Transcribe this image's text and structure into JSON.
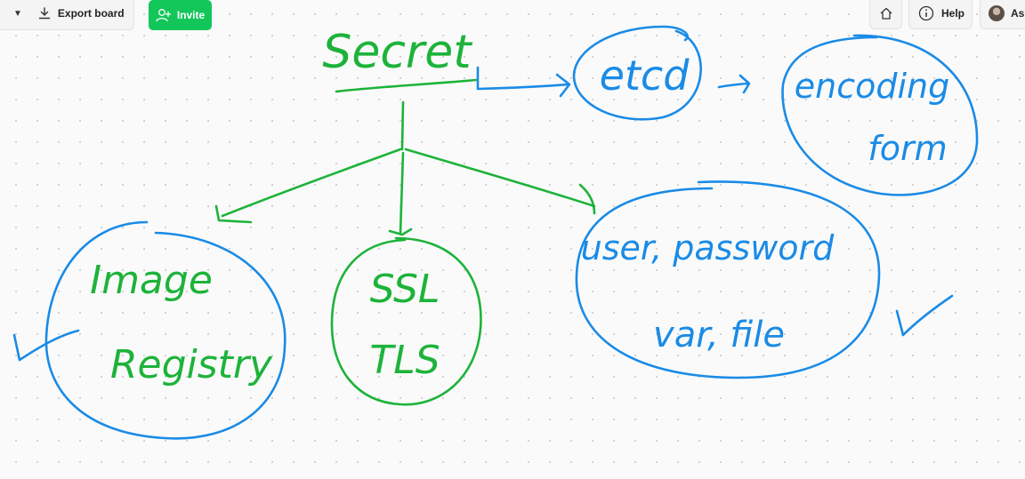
{
  "toolbar": {
    "export_label": "Export board",
    "invite_label": "Invite",
    "help_label": "Help",
    "user_label": "Ash"
  },
  "board": {
    "title": "Secret",
    "etcd": "etcd",
    "encoding_line1": "encoding",
    "encoding_line2": "form",
    "image_line1": "Image",
    "image_line2": "Registry",
    "ssl_line1": "SSL",
    "ssl_line2": "TLS",
    "user_line1": "user, password",
    "user_line2": "var, file"
  },
  "colors": {
    "green_ink": "#1db33a",
    "blue_ink": "#1a8be6",
    "invite_bg": "#13c65a"
  }
}
